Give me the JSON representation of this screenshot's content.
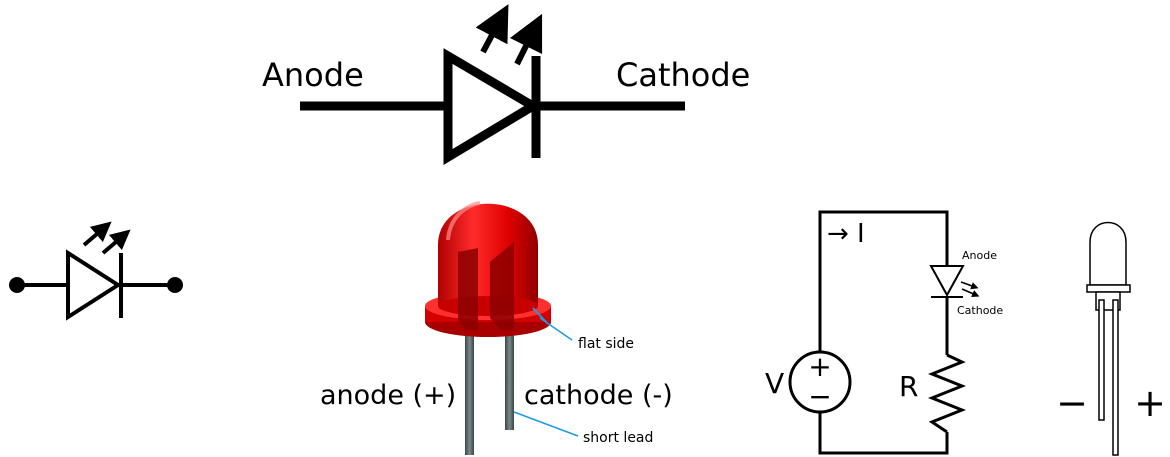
{
  "top_symbol": {
    "anode_label": "Anode",
    "cathode_label": "Cathode"
  },
  "led_photo": {
    "anode_label": "anode (+)",
    "cathode_label": "cathode (-)",
    "flat_side_label": "flat side",
    "short_lead_label": "short lead",
    "body_color": "#e60f0f",
    "callout_color": "#1e9be0"
  },
  "circuit": {
    "current_label": "→ I",
    "anode_label": "Anode",
    "cathode_label": "Cathode",
    "voltage_label": "V",
    "resistor_label": "R",
    "plus_symbol": "+",
    "minus_symbol": "−"
  },
  "outline_led": {
    "minus_label": "−",
    "plus_label": "+"
  }
}
